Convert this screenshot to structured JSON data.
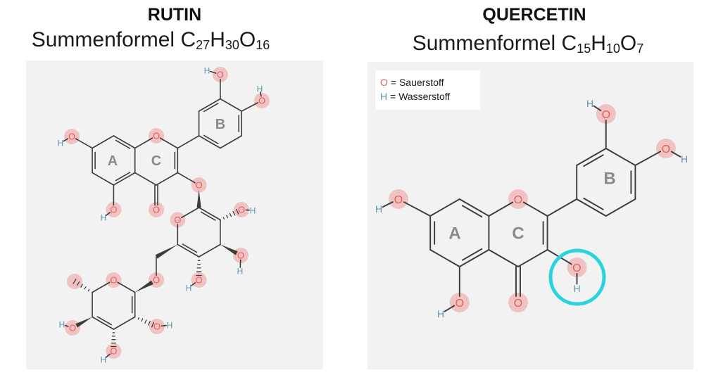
{
  "rutin": {
    "title": "RUTIN",
    "formula_label": "Summenformel",
    "formula": [
      {
        "symbol": "C",
        "count": "27"
      },
      {
        "symbol": "H",
        "count": "30"
      },
      {
        "symbol": "O",
        "count": "16"
      }
    ],
    "ring_labels": {
      "a": "A",
      "b": "B",
      "c": "C"
    }
  },
  "quercetin": {
    "title": "QUERCETIN",
    "formula_label": "Summenformel",
    "formula": [
      {
        "symbol": "C",
        "count": "15"
      },
      {
        "symbol": "H",
        "count": "10"
      },
      {
        "symbol": "O",
        "count": "7"
      }
    ],
    "ring_labels": {
      "a": "A",
      "b": "B",
      "c": "C"
    },
    "legend": [
      {
        "symbol": "O",
        "text": "= Sauerstoff"
      },
      {
        "symbol": "H",
        "text": "= Wasserstoff"
      }
    ]
  },
  "atom_symbols": {
    "oxygen": "O",
    "hydrogen": "H"
  },
  "colors": {
    "oxygen": "#e2605f",
    "hydrogen": "#5b93b3",
    "highlight": "#f1bdbd",
    "marker": "#2bd2df",
    "bond": "#3c3c3c",
    "ring_label": "#8a8a8a",
    "panel": "#f2f2f2"
  }
}
